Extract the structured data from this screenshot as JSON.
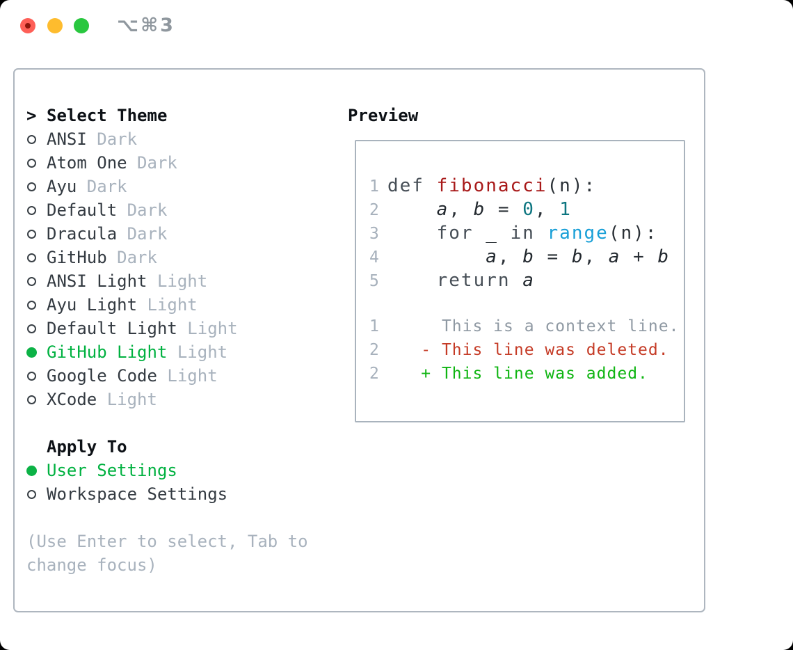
{
  "window": {
    "title": "⌥⌘3",
    "traffic_lights": [
      {
        "name": "close",
        "color": "#fe5f57",
        "inner_dot": "#8e160c"
      },
      {
        "name": "minimize",
        "color": "#febc2e",
        "inner_dot": null
      },
      {
        "name": "zoom",
        "color": "#29c73f",
        "inner_dot": null
      }
    ]
  },
  "theme_panel": {
    "header": {
      "marker": ">",
      "label": "Select Theme"
    },
    "themes": [
      {
        "name": "ANSI",
        "variant": "Dark",
        "selected": false
      },
      {
        "name": "Atom One",
        "variant": "Dark",
        "selected": false
      },
      {
        "name": "Ayu",
        "variant": "Dark",
        "selected": false
      },
      {
        "name": "Default",
        "variant": "Dark",
        "selected": false
      },
      {
        "name": "Dracula",
        "variant": "Dark",
        "selected": false
      },
      {
        "name": "GitHub",
        "variant": "Dark",
        "selected": false
      },
      {
        "name": "ANSI Light",
        "variant": "Light",
        "selected": false
      },
      {
        "name": "Ayu Light",
        "variant": "Light",
        "selected": false
      },
      {
        "name": "Default Light",
        "variant": "Light",
        "selected": false
      },
      {
        "name": "GitHub Light",
        "variant": "Light",
        "selected": true
      },
      {
        "name": "Google Code",
        "variant": "Light",
        "selected": false
      },
      {
        "name": "XCode",
        "variant": "Light",
        "selected": false
      }
    ],
    "apply_to": {
      "label": "Apply To",
      "options": [
        {
          "label": "User Settings",
          "selected": true
        },
        {
          "label": "Workspace Settings",
          "selected": false
        }
      ]
    },
    "help_lines": [
      "(Use Enter to select, Tab to",
      "change focus)"
    ]
  },
  "preview": {
    "label": "Preview",
    "code_lines": [
      {
        "num": "1",
        "tokens": [
          {
            "t": "def ",
            "c": "kw"
          },
          {
            "t": "fibonacci",
            "c": "fn"
          },
          {
            "t": "(n):",
            "c": "pl"
          }
        ]
      },
      {
        "num": "2",
        "tokens": [
          {
            "t": "    ",
            "c": "pl"
          },
          {
            "t": "a",
            "c": "var"
          },
          {
            "t": ", ",
            "c": "pl"
          },
          {
            "t": "b",
            "c": "var"
          },
          {
            "t": " = ",
            "c": "pl"
          },
          {
            "t": "0",
            "c": "num"
          },
          {
            "t": ", ",
            "c": "pl"
          },
          {
            "t": "1",
            "c": "num"
          }
        ]
      },
      {
        "num": "3",
        "tokens": [
          {
            "t": "    ",
            "c": "pl"
          },
          {
            "t": "for ",
            "c": "kw"
          },
          {
            "t": "_ ",
            "c": "pl"
          },
          {
            "t": "in ",
            "c": "kw"
          },
          {
            "t": "range",
            "c": "call"
          },
          {
            "t": "(n):",
            "c": "pl"
          }
        ]
      },
      {
        "num": "4",
        "tokens": [
          {
            "t": "        ",
            "c": "pl"
          },
          {
            "t": "a",
            "c": "var"
          },
          {
            "t": ", ",
            "c": "pl"
          },
          {
            "t": "b",
            "c": "var"
          },
          {
            "t": " = ",
            "c": "pl"
          },
          {
            "t": "b",
            "c": "var"
          },
          {
            "t": ", ",
            "c": "pl"
          },
          {
            "t": "a",
            "c": "var"
          },
          {
            "t": " + ",
            "c": "pl"
          },
          {
            "t": "b",
            "c": "var"
          }
        ]
      },
      {
        "num": "5",
        "tokens": [
          {
            "t": "    ",
            "c": "pl"
          },
          {
            "t": "return ",
            "c": "kw"
          },
          {
            "t": "a",
            "c": "var"
          }
        ]
      }
    ],
    "diff_lines": [
      {
        "num": "1",
        "text": "      This is a context line.",
        "type": "ctx"
      },
      {
        "num": "2",
        "text": "    - This line was deleted.",
        "type": "del"
      },
      {
        "num": "2",
        "text": "    + This line was added.",
        "type": "add"
      }
    ]
  },
  "colors": {
    "selection_green": "#00b140",
    "selection_dot_green": "#0cb246",
    "deleted_red": "#c53b26",
    "added_green": "#0fb512",
    "function_red": "#a81919",
    "number_teal": "#0c7580",
    "call_blue": "#189fd7",
    "muted_gray": "#a8b2bd",
    "panel_border": "#aeb6bf"
  }
}
